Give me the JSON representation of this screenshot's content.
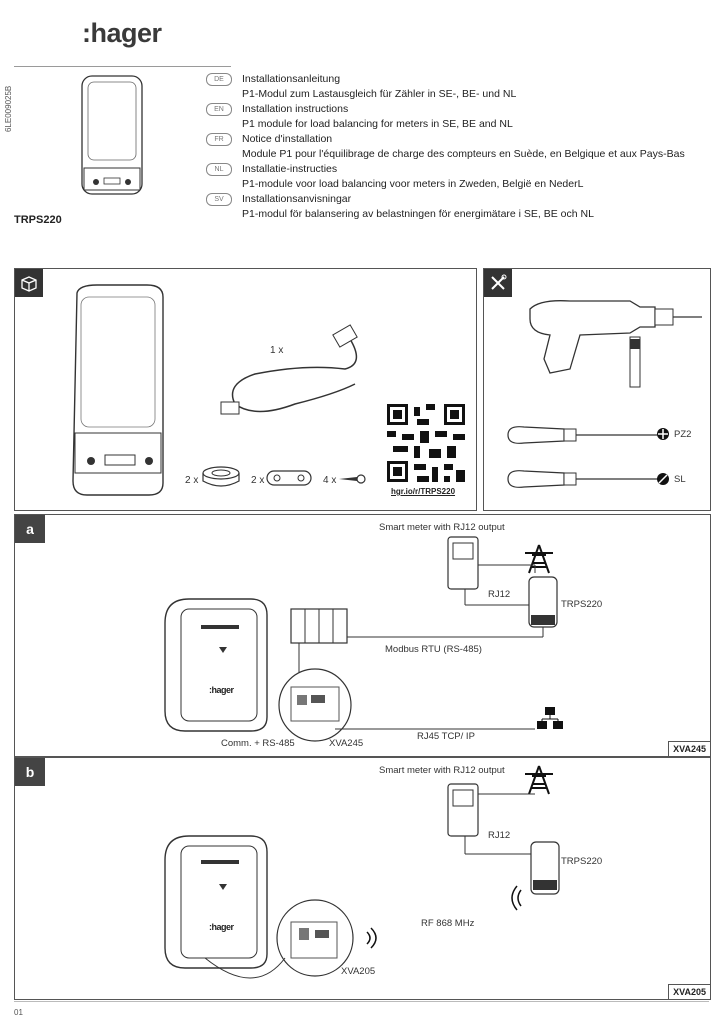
{
  "brand": {
    "logo": ":hager"
  },
  "doc_ref": "6LE009025B",
  "product": "TRPS220",
  "languages": [
    {
      "code": "DE",
      "title": "Installationsanleitung",
      "subtitle": "P1-Modul zum Lastausgleich für Zähler in SE-, BE- und NL"
    },
    {
      "code": "EN",
      "title": "Installation instructions",
      "subtitle": "P1 module for load balancing for meters in SE, BE and NL"
    },
    {
      "code": "FR",
      "title": "Notice d'installation",
      "subtitle": "Module P1 pour l'équilibrage de charge des compteurs en Suède, en Belgique et aux Pays-Bas"
    },
    {
      "code": "NL",
      "title": "Installatie-instructies",
      "subtitle": "P1-module voor load balancing voor meters in Zweden, België en NederL"
    },
    {
      "code": "SV",
      "title": "Installationsanvisningar",
      "subtitle": "P1-modul för balansering av belastningen för energimätare i SE, BE och NL"
    }
  ],
  "box_panel": {
    "cable_qty": "1 x",
    "grommet_qty": "2 x",
    "clip_qty": "2 x",
    "screw_qty": "4 x",
    "qr_link": "hgr.io/r/TRPS220"
  },
  "tools_panel": {
    "pz_label": "PZ2",
    "sl_label": "SL"
  },
  "section_a": {
    "tag": "a",
    "smart_meter": "Smart meter with RJ12 output",
    "rj12": "RJ12",
    "trps": "TRPS220",
    "modbus": "Modbus RTU (RS-485)",
    "comm": "Comm. + RS-485",
    "xva": "XVA245",
    "rj45": "RJ45 TCP/ IP",
    "corner": "XVA245",
    "charger_logo": ":hager"
  },
  "section_b": {
    "tag": "b",
    "smart_meter": "Smart meter with RJ12 output",
    "rj12": "RJ12",
    "trps": "TRPS220",
    "rf": "RF 868 MHz",
    "xva": "XVA205",
    "corner": "XVA205",
    "charger_logo": ":hager"
  },
  "page_number": "01"
}
